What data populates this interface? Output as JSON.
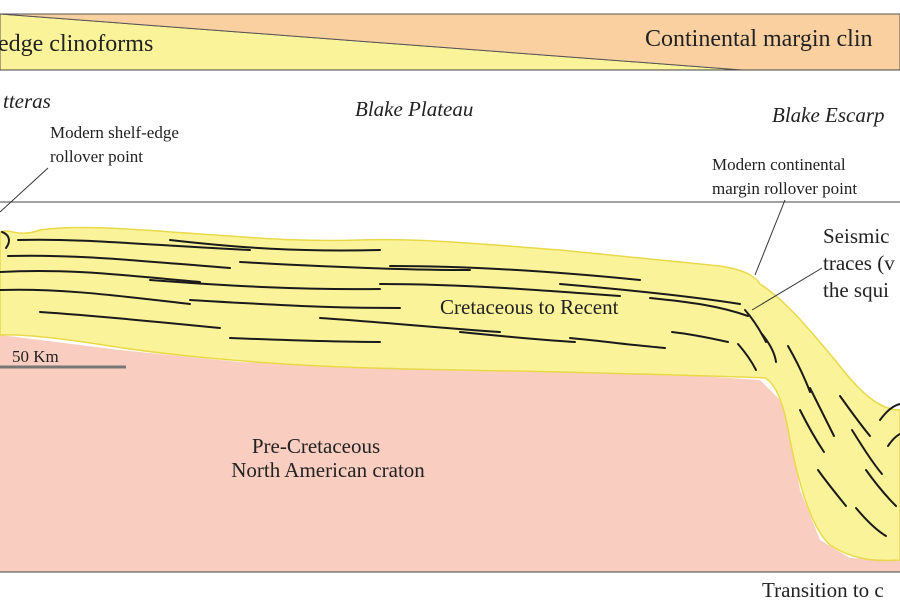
{
  "header": {
    "left_band_label": "edge clinoforms",
    "right_band_label": "Continental margin clin"
  },
  "places": {
    "hatteras": "tteras",
    "blake_plateau": "Blake Plateau",
    "blake_escarpment": "Blake Escarp"
  },
  "annotations": {
    "shelf_edge_line1": "Modern shelf-edge",
    "shelf_edge_line2": "rollover point",
    "continental_margin_line1": "Modern continental",
    "continental_margin_line2": "margin rollover point",
    "seismic_line1": "Seismic",
    "seismic_line2": "traces (v",
    "seismic_line3": "the squi",
    "transition": "Transition to c"
  },
  "units": {
    "cretaceous": "Cretaceous to Recent",
    "craton_line1": "Pre-Cretaceous",
    "craton_line2": "North American craton"
  },
  "scale": {
    "label": "50 Km"
  },
  "colors": {
    "yellow_fill": "#fbf39a",
    "yellow_edge": "#e9d94a",
    "pink_fill": "#f9cdbf",
    "orange_fill": "#fbd0a0",
    "scale_bar": "#777777"
  }
}
